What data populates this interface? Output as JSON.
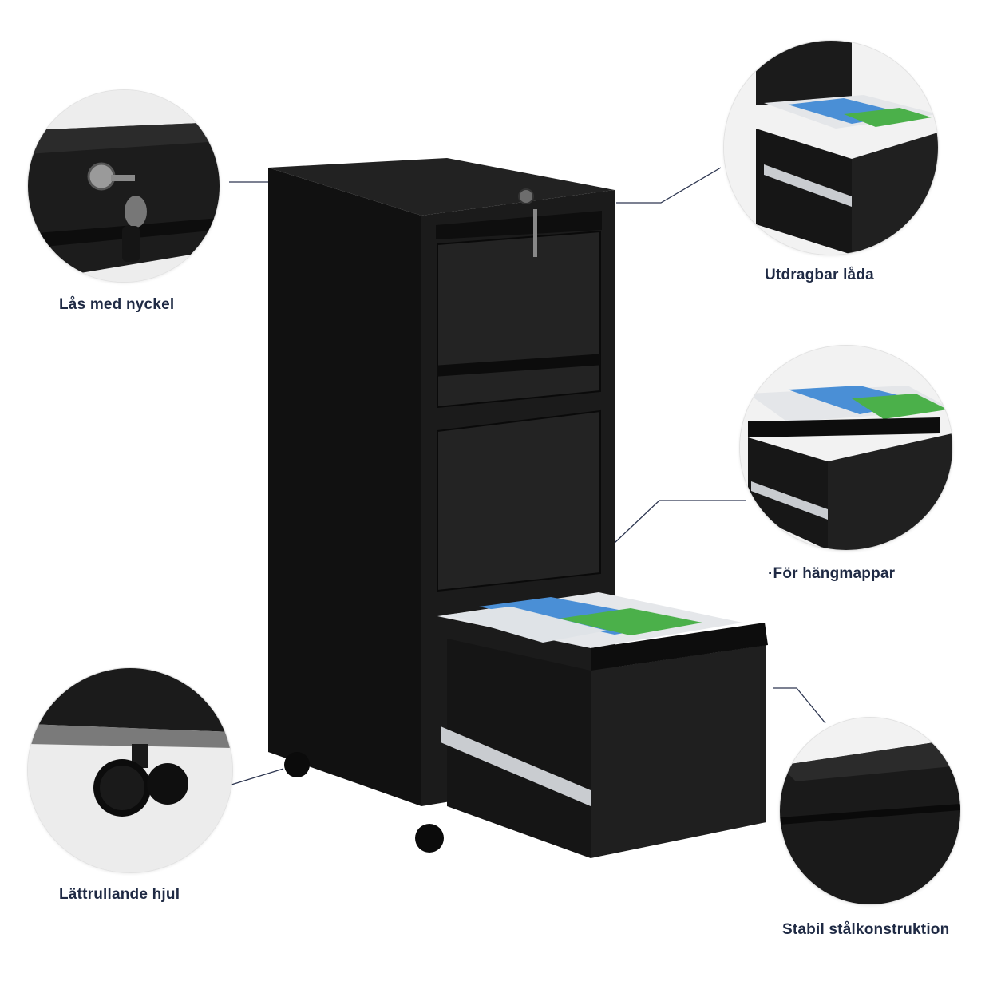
{
  "features": {
    "lock": {
      "label": "Lås med nyckel"
    },
    "drawer": {
      "label": "Utdragbar låda"
    },
    "folders": {
      "label": "·För hängmappar"
    },
    "wheels": {
      "label": "Lättrullande hjul"
    },
    "steel": {
      "label": "Stabil stålkonstruktion"
    }
  },
  "colors": {
    "cabinet": "#1a1a1a",
    "label_text": "#1f2a44",
    "leader_line": "#2d3650",
    "folder_blue": "#4a8fd6",
    "folder_green": "#4bb04a",
    "folder_white": "#e9ecef"
  }
}
